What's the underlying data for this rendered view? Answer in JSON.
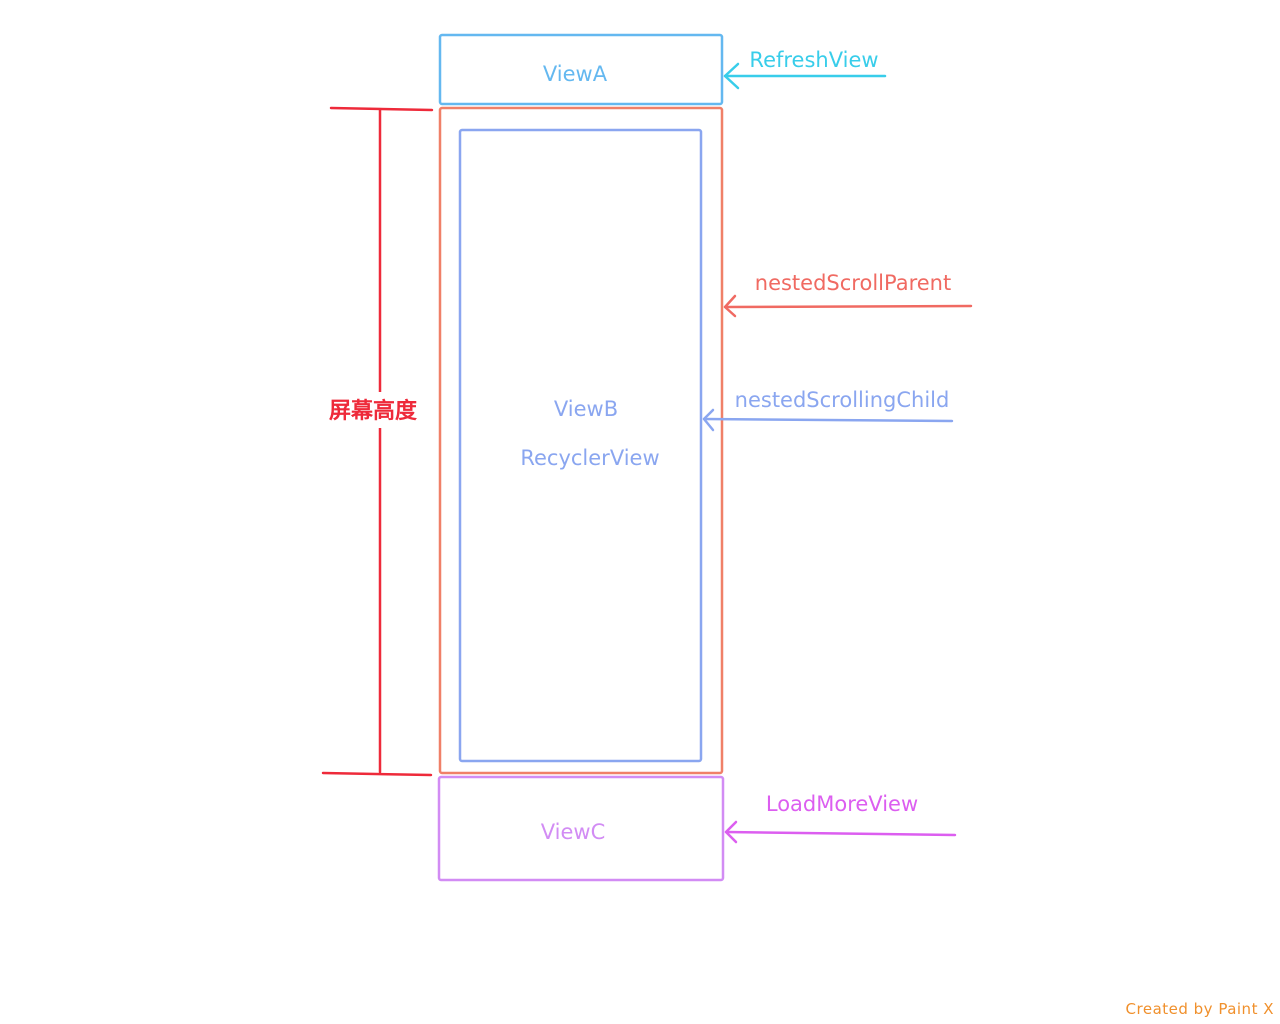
{
  "colors": {
    "view_a": "#64b8f0",
    "refresh": "#38cdea",
    "parent": "#f08068",
    "parent_label": "#f06a62",
    "child": "#8aa6f0",
    "view_c": "#d28cf4",
    "loadmore": "#dc5ef0",
    "screen_height": "#ee2a3a",
    "credit": "#f0902c"
  },
  "labels": {
    "view_a": "ViewA",
    "view_b": "ViewB",
    "recycler_view": "RecyclerView",
    "view_c": "ViewC",
    "refresh_view": "RefreshView",
    "nested_scroll_parent": "nestedScrollParent",
    "nested_scrolling_child": "nestedScrollingChild",
    "load_more_view": "LoadMoreView",
    "screen_height": "屏幕高度"
  },
  "credit": "Created by Paint X"
}
